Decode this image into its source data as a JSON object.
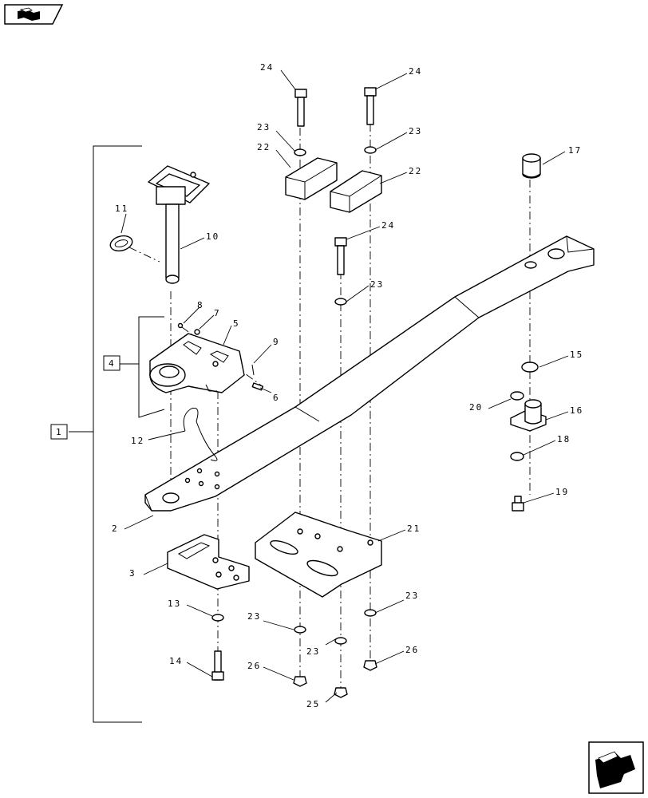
{
  "callouts": {
    "c1": "1",
    "c2": "2",
    "c3": "3",
    "c4": "4",
    "c5": "5",
    "c6": "6",
    "c7": "7",
    "c8": "8",
    "c9": "9",
    "c10": "10",
    "c11": "11",
    "c12": "12",
    "c13": "13",
    "c14": "14",
    "c15": "15",
    "c16": "16",
    "c17": "17",
    "c18": "18",
    "c19": "19",
    "c20": "20",
    "c21": "21",
    "c22a": "22",
    "c22b": "22",
    "c23a": "23",
    "c23b": "23",
    "c23c": "23",
    "c23d": "23",
    "c23e": "23",
    "c23f": "23",
    "c24a": "24",
    "c24b": "24",
    "c24c": "24",
    "c25": "25",
    "c26a": "26",
    "c26b": "26"
  },
  "icons": {
    "top_left": "back-page-arrow-icon",
    "bottom_right": "next-page-arrow-icon"
  }
}
